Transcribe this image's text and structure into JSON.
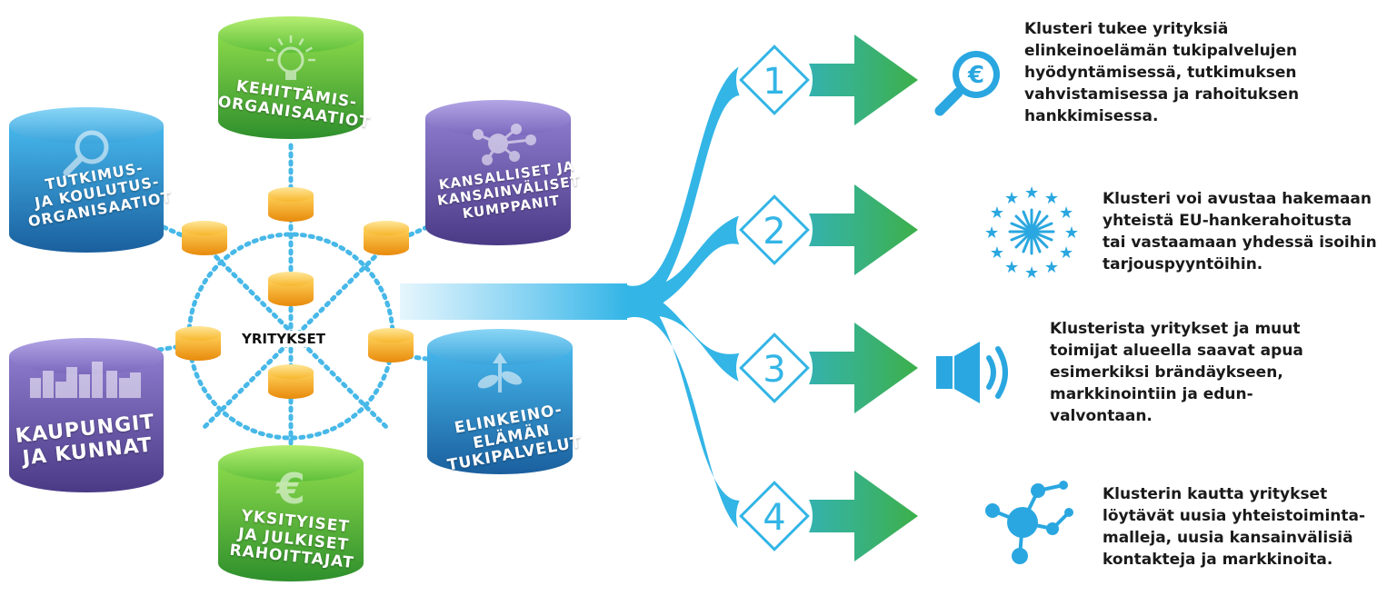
{
  "center": {
    "label": "YRITYKSET"
  },
  "nodes": [
    {
      "id": "kehittamis",
      "lines": [
        "KEHITTÄMIS-",
        "ORGANISAATIOT"
      ],
      "color": "green",
      "icon": "lightbulb-icon"
    },
    {
      "id": "kansalliset",
      "lines": [
        "KANSALLISET JA",
        "KANSAINVÄLISET",
        "KUMPPANIT"
      ],
      "color": "purple",
      "icon": "network-icon"
    },
    {
      "id": "elinkeino",
      "lines": [
        "ELINKEINO-",
        "ELÄMÄN",
        "TUKIPALVELUT"
      ],
      "color": "blue",
      "icon": "sprout-icon"
    },
    {
      "id": "yksityiset",
      "lines": [
        "YKSITYISET",
        "JA JULKISET",
        "RAHOITTAJAT"
      ],
      "color": "green",
      "icon": "euro-icon"
    },
    {
      "id": "kaupungit",
      "lines": [
        "KAUPUNGIT",
        "JA KUNNAT"
      ],
      "color": "purple",
      "icon": "city-icon"
    },
    {
      "id": "tutkimus",
      "lines": [
        "TUTKIMUS-",
        "JA KOULUTUS-",
        "ORGANISAATIOT"
      ],
      "color": "blue",
      "icon": "magnifier-icon"
    }
  ],
  "benefits": [
    {
      "number": "1",
      "icon": "euro-search-icon",
      "lines": [
        "Klusteri tukee yrityksiä",
        "elinkeinoelämän tukipalvelujen",
        "hyödyntämisessä, tutkimuksen",
        "vahvistamisessa ja rahoituksen",
        "hankkimisessa."
      ]
    },
    {
      "number": "2",
      "icon": "eu-stars-icon",
      "lines": [
        "Klusteri voi avustaa hakemaan",
        "yhteistä EU-hankerahoitusta",
        "tai vastaamaan yhdessä isoihin",
        "tarjouspyyntöihin."
      ]
    },
    {
      "number": "3",
      "icon": "speaker-icon",
      "lines": [
        "Klusterista yritykset ja muut",
        "toimijat alueella saavat apua",
        "esimerkiksi brändäykseen,",
        "markkinointiin ja edun-",
        "valvontaan."
      ]
    },
    {
      "number": "4",
      "icon": "network-nodes-icon",
      "lines": [
        "Klusterin kautta yritykset",
        "löytävät uusia yhteistoiminta-",
        "malleja, uusia kansainvälisiä",
        "kontakteja ja markkinoita."
      ]
    }
  ],
  "colors": {
    "green": "#3aa035",
    "green_light": "#7ccf3d",
    "purple": "#5b4a9a",
    "purple_light": "#8b78c8",
    "blue": "#1f78b8",
    "blue_light": "#3db6ea",
    "gold": "#f5a91c",
    "arrow_cyan": "#31b7e6",
    "arrow_green": "#3dae4a",
    "dotted": "#47b8e8"
  }
}
